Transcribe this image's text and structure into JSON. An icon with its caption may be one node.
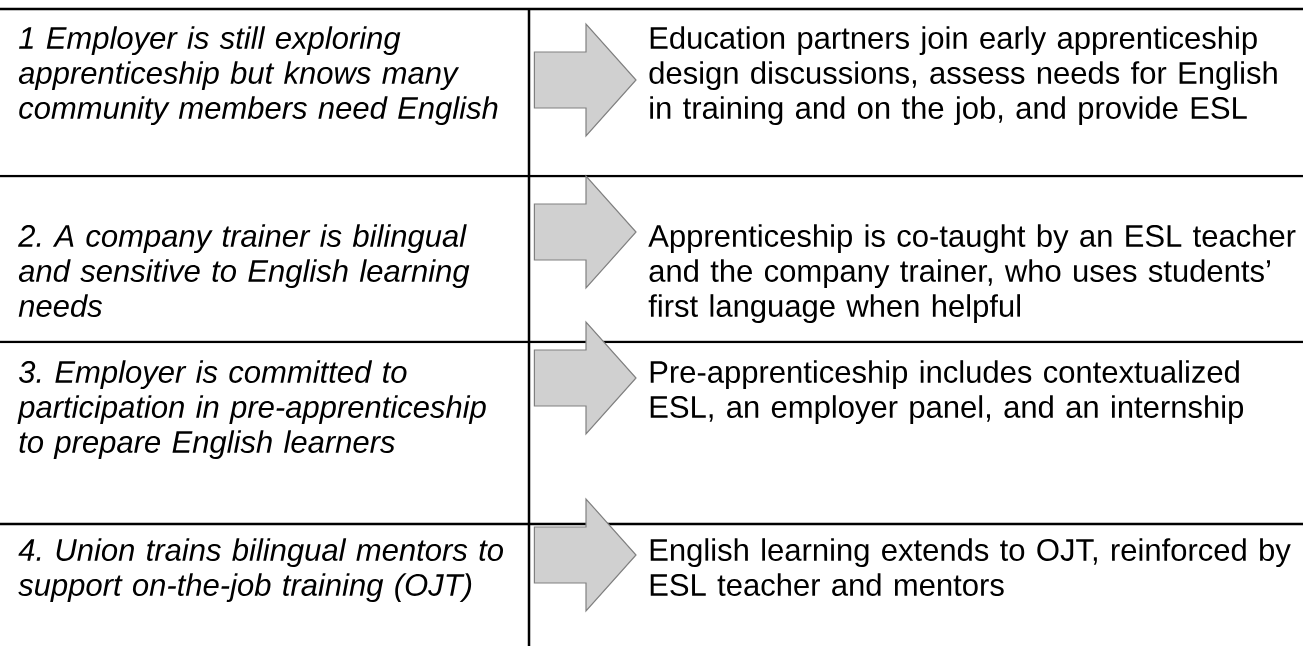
{
  "diagram": {
    "nodes": [
      {
        "text": [
          "1 Employer is still exploring apprenticeship but knows many community members need English"
        ]
      },
      {
        "text": [
          "Education partners join early apprenticeship design discussions, assess needs for English in training and on the job, and provide ESL"
        ]
      },
      {
        "text": [
          "2. A company trainer is bilingual and sensitive to English learning needs"
        ]
      },
      {
        "text": [
          "Apprenticeship is co-taught by an ESL teacher and the company trainer, who uses students’ first language when helpful"
        ]
      },
      {
        "text": [
          "3. Employer is committed to participation in pre-apprenticeship to prepare English learners"
        ]
      },
      {
        "text": [
          "Pre-apprenticeship includes contextualized ESL, an employer panel, and an internship"
        ]
      },
      {
        "text": [
          "4. Union trains bilingual mentors to support on-the-job training (OJT)"
        ]
      },
      {
        "text": [
          "English learning extends to OJT, reinforced by ESL teacher and mentors"
        ]
      }
    ],
    "edges": [
      {
        "from": 0,
        "to": 1,
        "arrow": "to"
      },
      {
        "from": 2,
        "to": 3,
        "arrow": "to"
      },
      {
        "from": 4,
        "to": 5,
        "arrow": "to"
      },
      {
        "from": 6,
        "to": 7,
        "arrow": "to"
      }
    ]
  }
}
